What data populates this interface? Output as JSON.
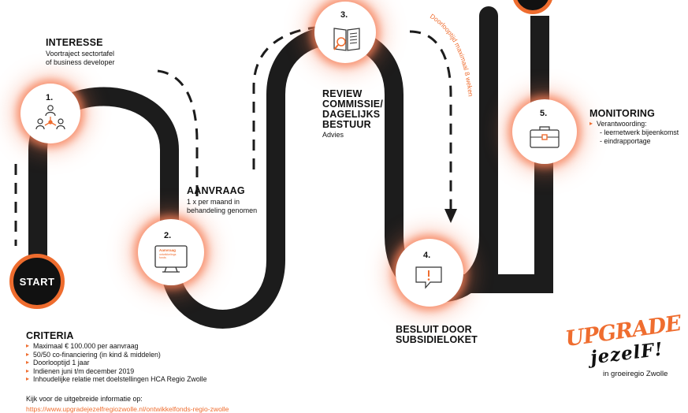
{
  "start_label": "START",
  "steps": [
    {
      "number": "1.",
      "title": "INTERESSE",
      "desc": [
        "Voortraject sectortafel",
        "of business developer"
      ],
      "icon": "people-network-icon"
    },
    {
      "number": "2.",
      "title": "AANVRAAG",
      "desc": [
        "1 x per maand in",
        "behandeling genomen"
      ],
      "icon": "monitor-form-icon",
      "screen_text": [
        "Aanvraag",
        "ontwikkelings",
        "fonds"
      ]
    },
    {
      "number": "3.",
      "title_lines": [
        "REVIEW",
        "COMMISSIE/",
        "DAGELIJKS",
        "BESTUUR"
      ],
      "desc": [
        "Advies"
      ],
      "icon": "book-magnifier-icon"
    },
    {
      "number": "4.",
      "title_lines": [
        "BESLUIT DOOR",
        "SUBSIDIELOKET"
      ],
      "icon": "speech-bubble-exclamation-icon"
    },
    {
      "number": "5.",
      "title": "MONITORING",
      "bullets": [
        "Verantwoording:"
      ],
      "sub_items": [
        "- leernetwerk bijeenkomst",
        "- eindrapportage"
      ],
      "icon": "briefcase-icon"
    }
  ],
  "lead_time_note": "Doorlooptijd maximaal 8 weken",
  "criteria": {
    "title": "CRITERIA",
    "items": [
      "Maximaal € 100.000 per aanvraag",
      "50/50 co-financiering (in kind & middelen)",
      "Doorlooptijd 1 jaar",
      "Indienen juni t/m december 2019",
      "Inhoudelijke relatie met doelstellingen HCA Regio Zwolle"
    ],
    "info_text": "Kijk voor de uitgebreide informatie op:",
    "link": "https://www.upgradejezelfregiozwolle.nl/ontwikkelfonds-regio-zwolle"
  },
  "logo": {
    "line1": "UPGRADE",
    "line2": "jezelF!",
    "tagline": "in groeiregio Zwolle"
  },
  "colors": {
    "accent": "#ef6d2f",
    "road": "#1c1c1c",
    "glow": "#f67d55"
  }
}
